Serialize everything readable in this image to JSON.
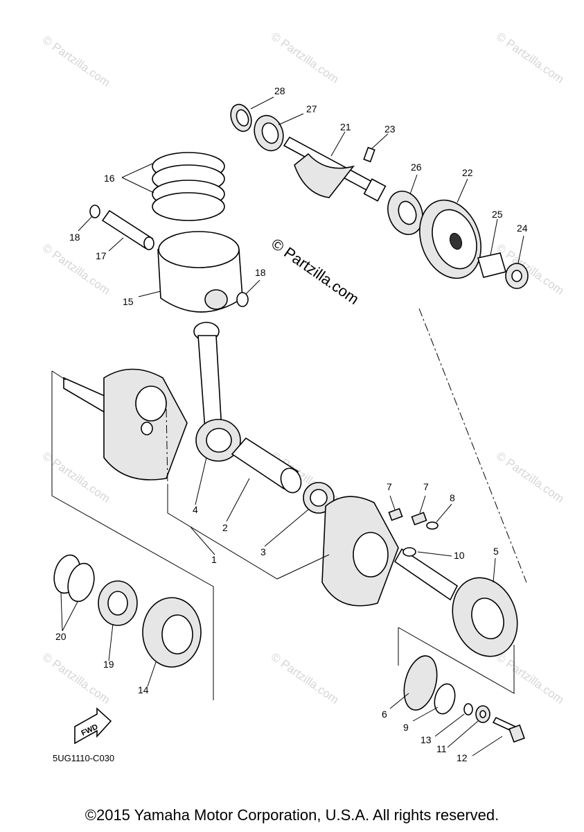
{
  "watermarks": {
    "repeated": "© Partzilla.com",
    "center": "© Partzilla.com"
  },
  "diagram_code": "5UG1110-C030",
  "fwd_label": "FWD",
  "copyright": "©2015 Yamaha Motor Corporation, U.S.A. All rights reserved.",
  "callouts": {
    "p1": "1",
    "p2": "2",
    "p3": "3",
    "p4": "4",
    "p5": "5",
    "p6": "6",
    "p7a": "7",
    "p7b": "7",
    "p8": "8",
    "p9": "9",
    "p10": "10",
    "p11": "11",
    "p12": "12",
    "p13": "13",
    "p14": "14",
    "p15": "15",
    "p16": "16",
    "p17": "17",
    "p18a": "18",
    "p18b": "18",
    "p19": "19",
    "p20": "20",
    "p21": "21",
    "p22": "22",
    "p23": "23",
    "p24": "24",
    "p25": "25",
    "p26": "26",
    "p27": "27",
    "p28": "28"
  }
}
